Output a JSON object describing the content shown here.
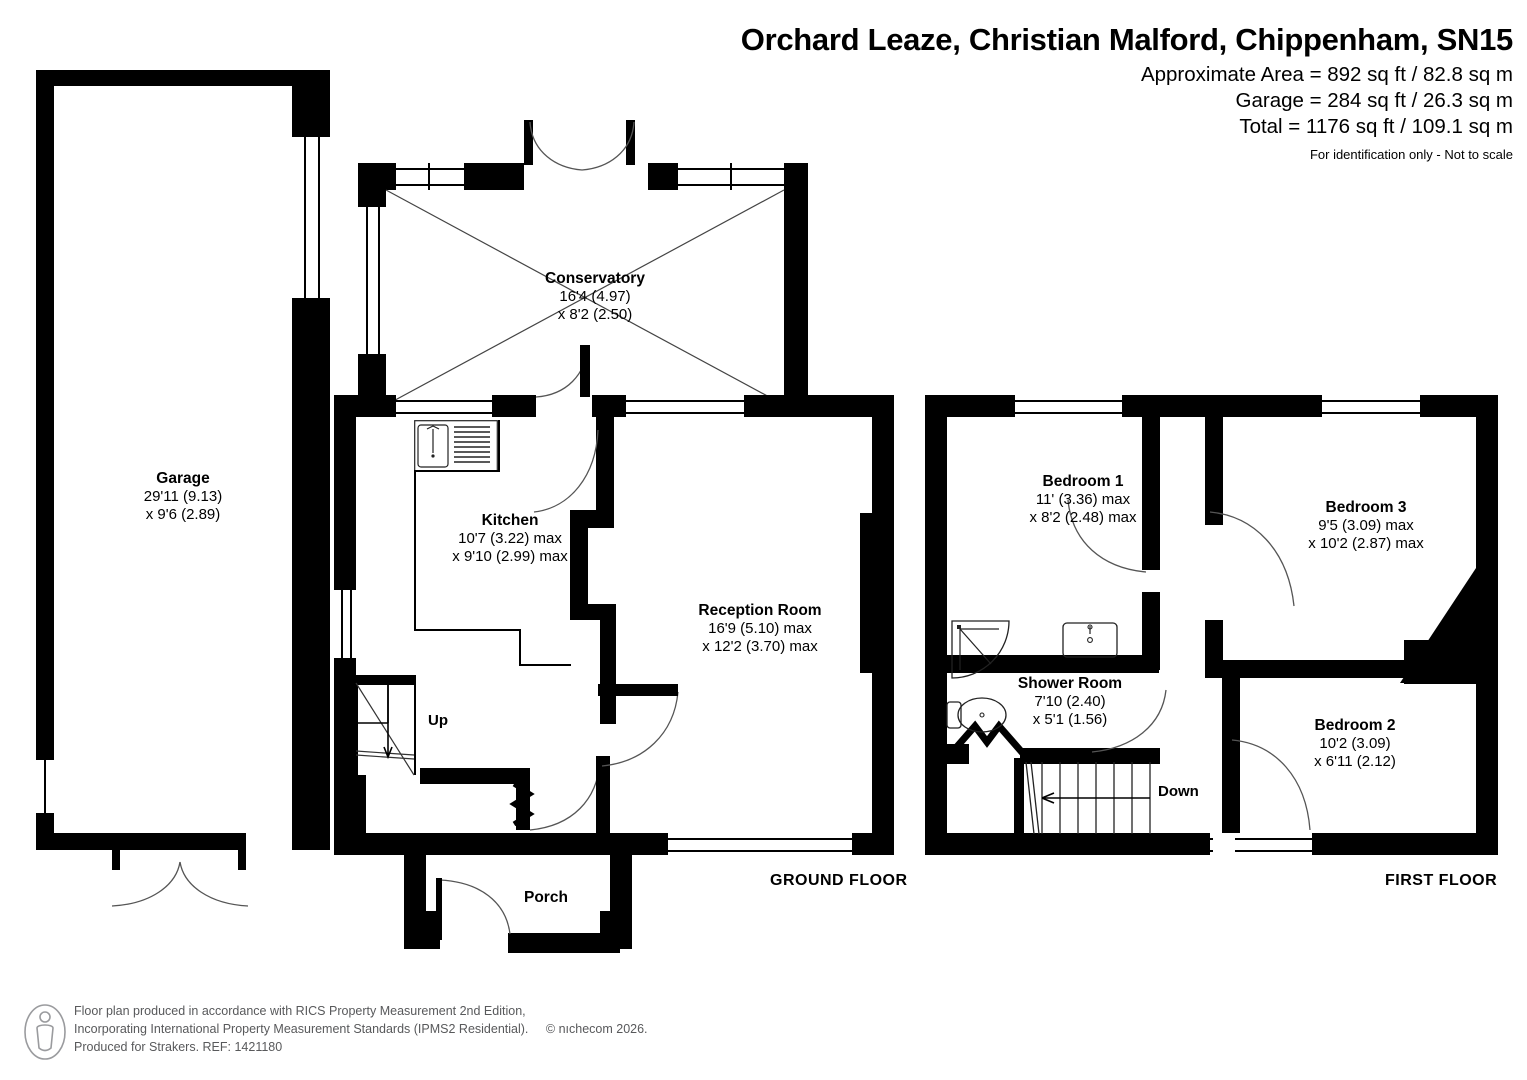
{
  "header": {
    "title": "Orchard Leaze, Christian Malford, Chippenham, SN15",
    "approx_area": "Approximate Area = 892 sq ft / 82.8 sq m",
    "garage_area": "Garage = 284 sq ft / 26.3 sq m",
    "total_area": "Total = 1176 sq ft / 109.1 sq m",
    "disclaimer": "For identification only - Not to scale"
  },
  "floors": {
    "ground_label": "GROUND FLOOR",
    "first_label": "FIRST FLOOR"
  },
  "rooms": {
    "garage": {
      "name": "Garage",
      "dim1": "29'11 (9.13)",
      "dim2": "x 9'6 (2.89)"
    },
    "conservatory": {
      "name": "Conservatory",
      "dim1": "16'4 (4.97)",
      "dim2": "x 8'2 (2.50)"
    },
    "kitchen": {
      "name": "Kitchen",
      "dim1": "10'7 (3.22) max",
      "dim2": "x 9'10 (2.99) max"
    },
    "reception": {
      "name": "Reception Room",
      "dim1": "16'9 (5.10) max",
      "dim2": "x 12'2 (3.70) max"
    },
    "porch": {
      "name": "Porch"
    },
    "bedroom1": {
      "name": "Bedroom 1",
      "dim1": "11' (3.36) max",
      "dim2": "x 8'2 (2.48) max"
    },
    "bedroom2": {
      "name": "Bedroom 2",
      "dim1": "10'2 (3.09)",
      "dim2": "x 6'11 (2.12)"
    },
    "bedroom3": {
      "name": "Bedroom 3",
      "dim1": "9'5 (3.09) max",
      "dim2": "x 10'2 (2.87) max"
    },
    "shower": {
      "name": "Shower Room",
      "dim1": "7'10 (2.40)",
      "dim2": "x 5'1 (1.56)"
    }
  },
  "annotations": {
    "stairs_up": "Up",
    "stairs_down": "Down"
  },
  "footer": {
    "line1": "Floor plan produced in accordance with RICS Property Measurement 2nd Edition,",
    "line2a": "Incorporating International Property Measurement Standards (IPMS2 Residential).",
    "line2b": "© nıchecom 2026.",
    "line3": "Produced for Strakers.   REF: 1421180"
  },
  "colors": {
    "wall": "#000000",
    "background": "#ffffff",
    "footer_text": "#58595b"
  }
}
